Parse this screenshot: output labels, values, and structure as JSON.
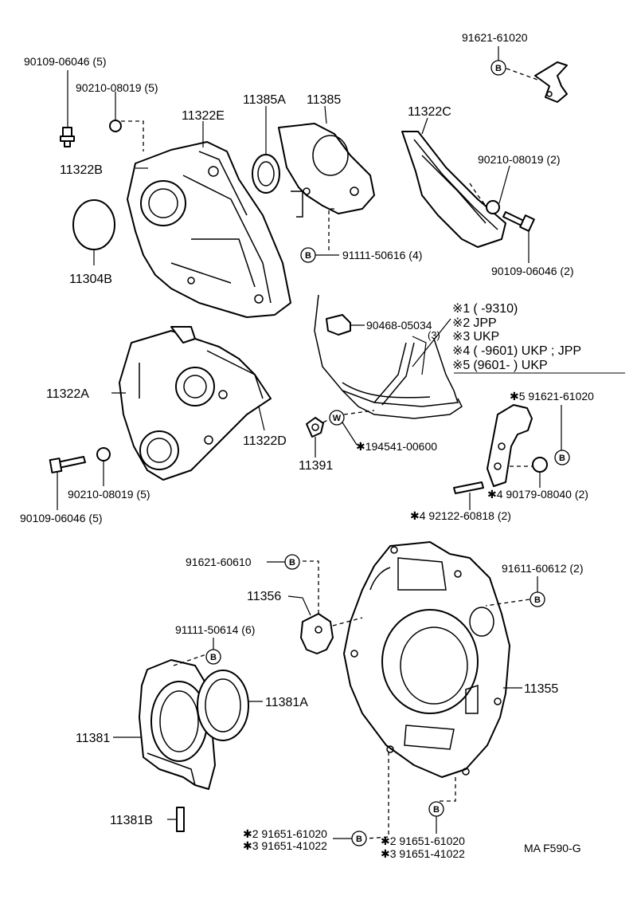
{
  "parts": {
    "p_90109_06046_5_top": "90109-06046 (5)",
    "p_90210_08019_5_top": "90210-08019 (5)",
    "p_11322E": "11322E",
    "p_11385A": "11385A",
    "p_11385": "11385",
    "p_11322B": "11322B",
    "p_11304B": "11304B",
    "p_91111_50616": "91111-50616 (4)",
    "p_91621_61020_top": "91621-61020",
    "p_11322C": "11322C",
    "p_90210_08019_2": "90210-08019 (2)",
    "p_90109_06046_2": "90109-06046 (2)",
    "p_90468_05034": "90468-05034",
    "p_90468_qty": "(3)",
    "p_11322A": "11322A",
    "p_11322D": "11322D",
    "p_90210_08019_5_mid": "90210-08019 (5)",
    "p_90109_06046_5_mid": "90109-06046 (5)",
    "p_11391": "11391",
    "p_194541": "✱194541-00600",
    "p_91621_61020_mid": "✱5 91621-61020",
    "p_90179_08040": "✱4 90179-08040 (2)",
    "p_92122_60818": "✱4 92122-60818 (2)",
    "p_91621_60610": "91621-60610",
    "p_11356": "11356",
    "p_91611_60612": "91611-60612 (2)",
    "p_91111_50614": "91111-50614 (6)",
    "p_11381A": "11381A",
    "p_11381": "11381",
    "p_11355": "11355",
    "p_11381B": "11381B",
    "p_b2_left_1": "✱2 91651-61020",
    "p_b2_left_2": "✱3 91651-41022",
    "p_b2_right_1": "✱2 91651-61020",
    "p_b2_right_2": "✱3 91651-41022",
    "diagram_code": "MA F590-G"
  },
  "legend": {
    "l1_mark": "※1",
    "l1_text": "(        -9310)",
    "l2_mark": "※2",
    "l2_text": "JPP",
    "l3_mark": "※3",
    "l3_text": "UKP",
    "l4_mark": "※4",
    "l4_text": "(        -9601) UKP ; JPP",
    "l5_mark": "※5",
    "l5_text": "(9601-        ) UKP"
  },
  "bubble_letters": {
    "b": "B",
    "w": "W"
  }
}
